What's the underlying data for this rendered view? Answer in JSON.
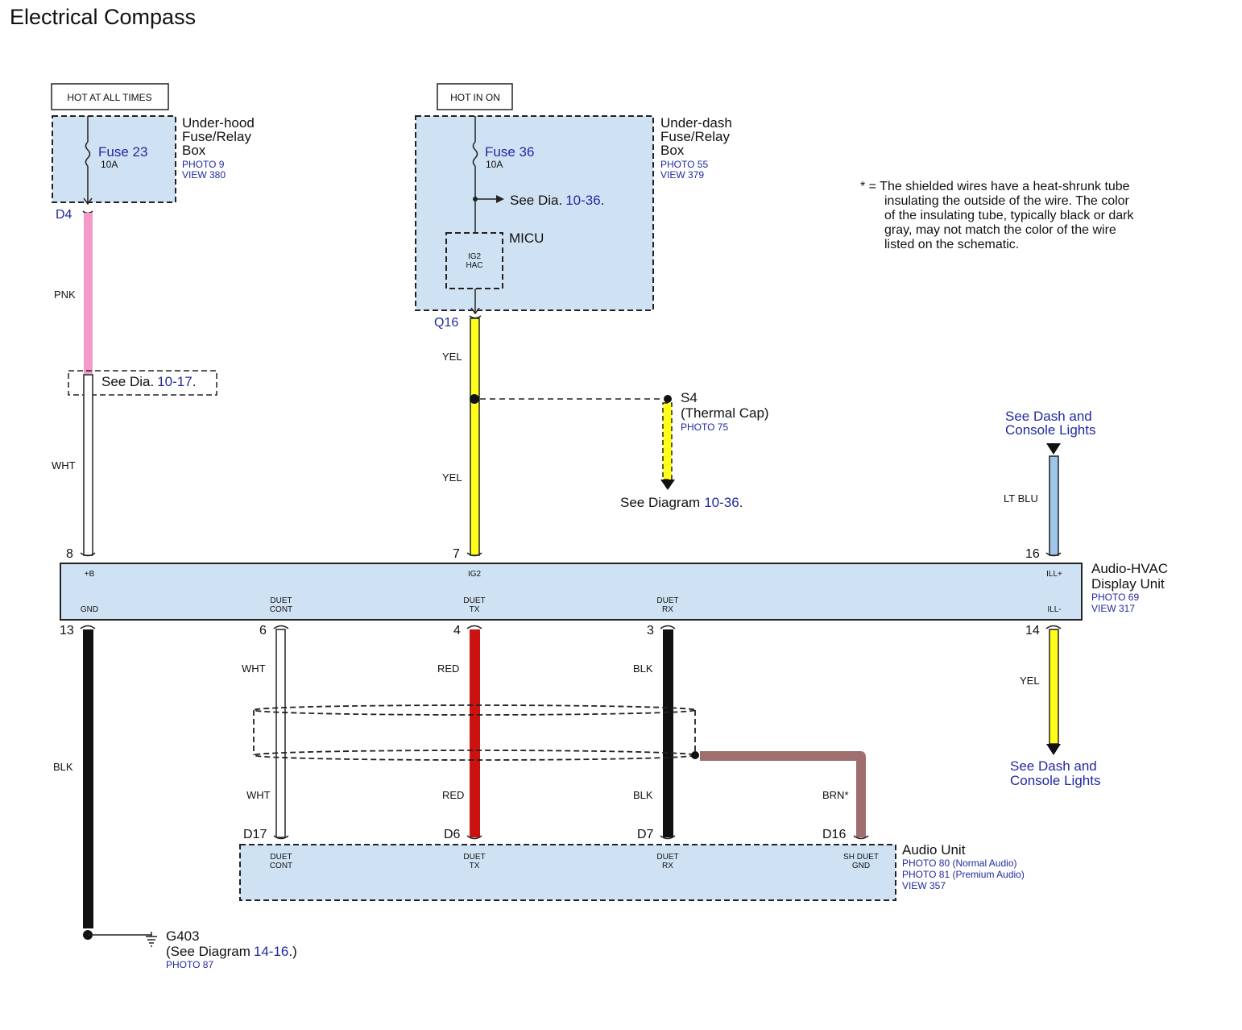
{
  "title": "Electrical Compass",
  "labels": {
    "hot_all_times": "HOT AT ALL TIMES",
    "hot_in_on": "HOT IN ON"
  },
  "underhood": {
    "name_line1": "Under-hood",
    "name_line2": "Fuse/Relay",
    "name_line3": "Box",
    "photo": "PHOTO 9",
    "view": "VIEW 380",
    "fuse": "Fuse 23",
    "amps": "10A",
    "terminal": "D4"
  },
  "underdash": {
    "name_line1": "Under-dash",
    "name_line2": "Fuse/Relay",
    "name_line3": "Box",
    "photo": "PHOTO 55",
    "view": "VIEW 379",
    "fuse": "Fuse 36",
    "amps": "10A",
    "see_dia_prefix": "See Dia.",
    "see_dia_ref": "10-36",
    "see_dia_suffix": ".",
    "micu": "MICU",
    "micu_inner1": "IG2",
    "micu_inner2": "HAC",
    "terminal": "Q16"
  },
  "note": {
    "line1": "* = The shielded wires have a heat-shrunk tube",
    "line2": "insulating the outside of the wire. The color",
    "line3": "of the insulating tube, typically black or dark",
    "line4": "gray, may not match the color of the wire",
    "line5": "listed on the schematic."
  },
  "see_dia_1017": {
    "prefix": "See Dia.",
    "ref": "10-17",
    "suffix": "."
  },
  "splice": {
    "name": "S4",
    "desc": "(Thermal Cap)",
    "photo": "PHOTO 75",
    "see_prefix": "See Diagram",
    "see_ref": "10-36",
    "see_suffix": "."
  },
  "dash_lights_top": {
    "line1": "See Dash and",
    "line2": "Console Lights"
  },
  "dash_lights_bottom": {
    "line1": "See Dash and",
    "line2": "Console Lights"
  },
  "wires": {
    "pnk": "PNK",
    "wht_left": "WHT",
    "yel_top1": "YEL",
    "yel_top2": "YEL",
    "lt_blu": "LT BLU",
    "blk_left": "BLK",
    "wht1": "WHT",
    "wht2": "WHT",
    "red1": "RED",
    "red2": "RED",
    "blk1": "BLK",
    "blk2": "BLK",
    "yel_right": "YEL",
    "brn": "BRN*"
  },
  "display_unit": {
    "name_line1": "Audio-HVAC",
    "name_line2": "Display Unit",
    "photo": "PHOTO 69",
    "view": "VIEW 317",
    "pin_top_8": "8",
    "pin_top_7": "7",
    "pin_top_16": "16",
    "pin_bot_13": "13",
    "pin_bot_6": "6",
    "pin_bot_4": "4",
    "pin_bot_3": "3",
    "pin_bot_14": "14",
    "lbl_b": "+B",
    "lbl_ig2": "IG2",
    "lbl_ill_plus": "ILL+",
    "lbl_gnd": "GND",
    "lbl_duet_cont_1": "DUET",
    "lbl_duet_cont_2": "CONT",
    "lbl_duet_tx_1": "DUET",
    "lbl_duet_tx_2": "TX",
    "lbl_duet_rx_1": "DUET",
    "lbl_duet_rx_2": "RX",
    "lbl_ill_minus": "ILL-"
  },
  "audio_unit": {
    "name": "Audio Unit",
    "photo1": "PHOTO 80 (Normal Audio)",
    "photo2": "PHOTO 81 (Premium Audio)",
    "view": "VIEW 357",
    "pin_d17": "D17",
    "pin_d6": "D6",
    "pin_d7": "D7",
    "pin_d16": "D16",
    "lbl_cont_1": "DUET",
    "lbl_cont_2": "CONT",
    "lbl_tx_1": "DUET",
    "lbl_tx_2": "TX",
    "lbl_rx_1": "DUET",
    "lbl_rx_2": "RX",
    "lbl_gnd_1": "SH DUET",
    "lbl_gnd_2": "GND"
  },
  "ground": {
    "name": "G403",
    "see_prefix": "(See Diagram",
    "see_ref": "14-16",
    "see_suffix": ".)",
    "photo": "PHOTO 87"
  },
  "colors": {
    "box_fill": "#cfe2f3",
    "pnk": "#f49ac8",
    "yel": "#ffff1a",
    "red": "#cc1111",
    "blk": "#111111",
    "lt_blu": "#9fc5e8",
    "brn": "#a06e6e",
    "link_blue": "#1f2aa0"
  }
}
